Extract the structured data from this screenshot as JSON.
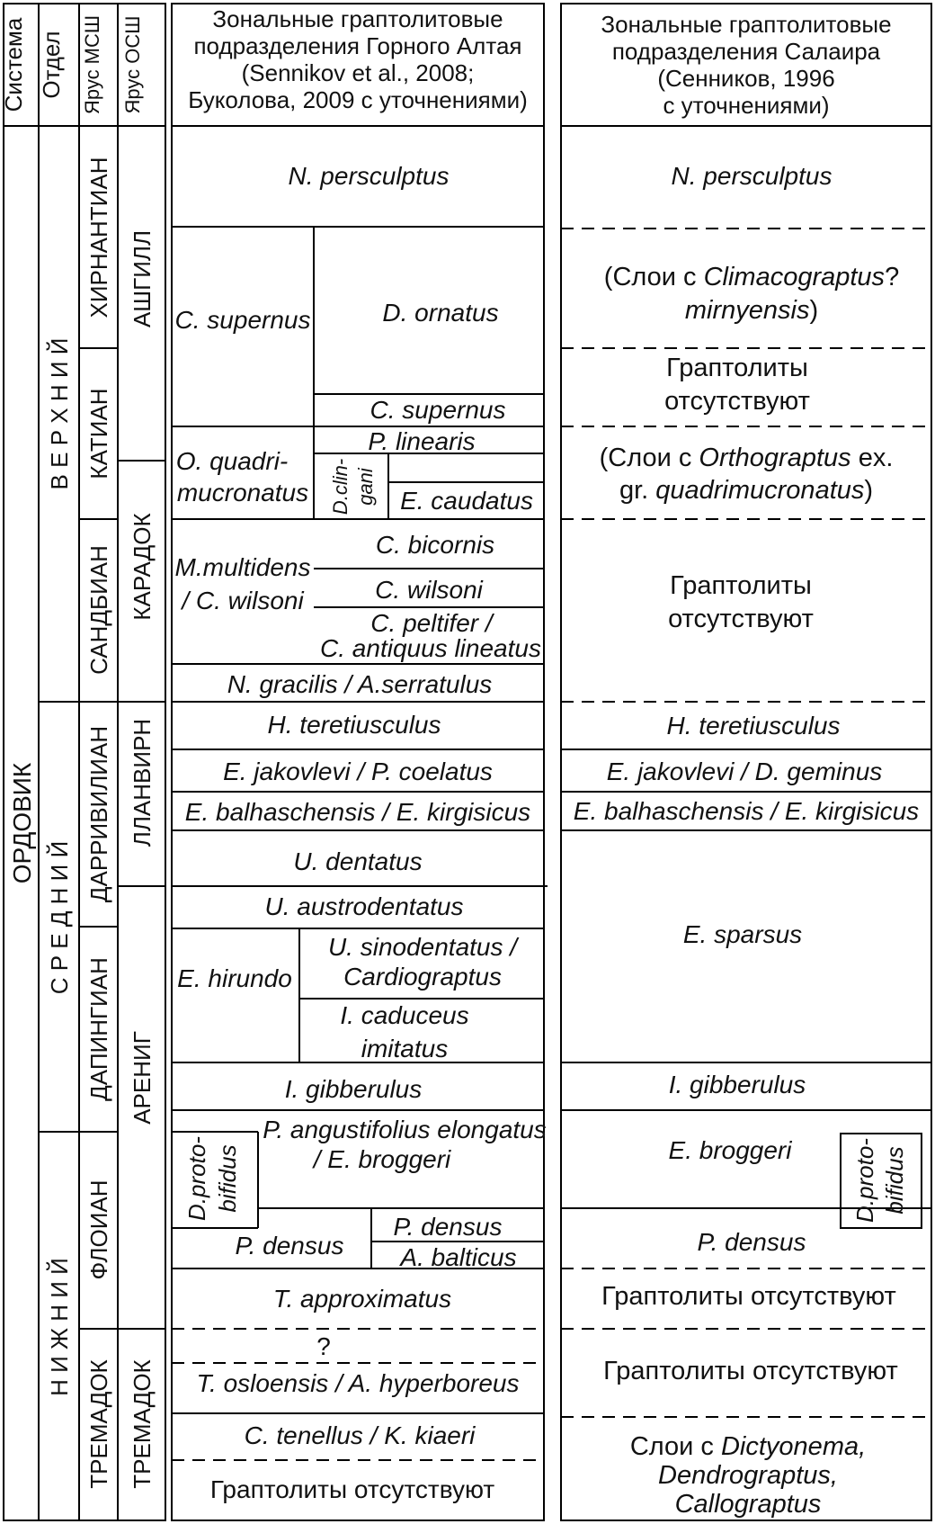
{
  "header": {
    "system": "Система",
    "series": "Отдел",
    "stage_msh": "Ярус МСШ",
    "stage_osh": "Ярус ОСШ",
    "altai_title": [
      "Зональные граптолитовые",
      "подразделения Горного Алтая",
      "(Sennikov et al., 2008;",
      "Буколова, 2009 с уточнениями)"
    ],
    "salair_title": [
      "Зональные граптолитовые",
      "подразделения Салаира",
      "(Сенников, 1996",
      "с уточнениями)"
    ]
  },
  "columns": {
    "system": "ОРДОВИК",
    "series": [
      "В Е Р Х Н И Й",
      "С Р Е Д Н И Й",
      "Н И Ж Н И Й"
    ],
    "stages_msh": [
      "ХИРНАНТИАН",
      "КАТИАН",
      "САНДБИАН",
      "ДАРРИВИЛИАН",
      "ДАПИНГИАН",
      "ФЛОИАН",
      "ТРЕМАДОК"
    ],
    "stages_osh": [
      "АШГИЛЛ",
      "КАРАДОК",
      "ЛЛАНВИРН",
      "АРЕНИГ",
      "ТРЕМАДОК"
    ]
  },
  "altai": {
    "persculptus": "N. persculptus",
    "supernus_left": "C. supernus",
    "ornatus": "D. ornatus",
    "supernus_right": "C. supernus",
    "quadri": [
      "O. quadri-",
      "mucronatus"
    ],
    "clingani": [
      "D.clin-",
      "gani"
    ],
    "linearis": "P. linearis",
    "caudatus": "E. caudatus",
    "multidens": [
      "M.multidens",
      "/ C. wilsoni"
    ],
    "bicornis": "C. bicornis",
    "wilsoni": "C. wilsoni",
    "peltifer": [
      "C. peltifer /",
      "C. antiquus lineatus"
    ],
    "gracilis": "N. gracilis / A.serratulus",
    "teretiusculus": "H. teretiusculus",
    "jakovlevi": "E. jakovlevi / P. coelatus",
    "balhaschensis": "E. balhaschensis / E. kirgisicus",
    "dentatus": "U. dentatus",
    "austrodentatus": "U. austrodentatus",
    "hirundo": "E. hirundo",
    "sinodentatus": [
      "U. sinodentatus /",
      "Cardiograptus"
    ],
    "caduceus": [
      "I. caduceus",
      "imitatus"
    ],
    "gibberulus": "I. gibberulus",
    "protobifidus": [
      "D.proto-",
      "bifidus"
    ],
    "angustifolius": [
      "P. angustifolius elongatus",
      "/ E. broggeri"
    ],
    "densus_left": "P. densus",
    "densus_right": "P. densus",
    "balticus": "A. balticus",
    "approximatus": "T. approximatus",
    "question": "?",
    "osloensis": "T. osloensis / A. hyperboreus",
    "tenellus": "C. tenellus /  K. kiaeri",
    "absent": "Граптолиты отсутствуют"
  },
  "salair": {
    "persculptus": "N. persculptus",
    "climaco": [
      "(Слои с ",
      "Climacograptus",
      "?",
      "mirnyensis",
      ")"
    ],
    "absent_1": [
      "Граптолиты",
      "отсутствуют"
    ],
    "orthograptus": [
      "(Слои с ",
      "Orthograptus",
      " ex.",
      "gr. ",
      "quadrimucronatus",
      ")"
    ],
    "absent_2": [
      "Граптолиты",
      "отсутствуют"
    ],
    "teretiusculus": "H. teretiusculus",
    "jakovlevi": "E. jakovlevi / D. geminus",
    "balhaschensis": "E. balhaschensis /  E. kirgisicus",
    "sparsus": "E. sparsus",
    "gibberulus": "I. gibberulus",
    "broggeri": "E. broggeri",
    "protobifidus": [
      "D.proto-",
      "bifidus"
    ],
    "densus": "P. densus",
    "absent_3": "Граптолиты отсутствуют",
    "absent_4": "Граптолиты отсутствуют",
    "dictyonema": [
      "Слои с ",
      "Dictyonema,",
      "Dendrograptus,",
      "Callograptus"
    ]
  }
}
